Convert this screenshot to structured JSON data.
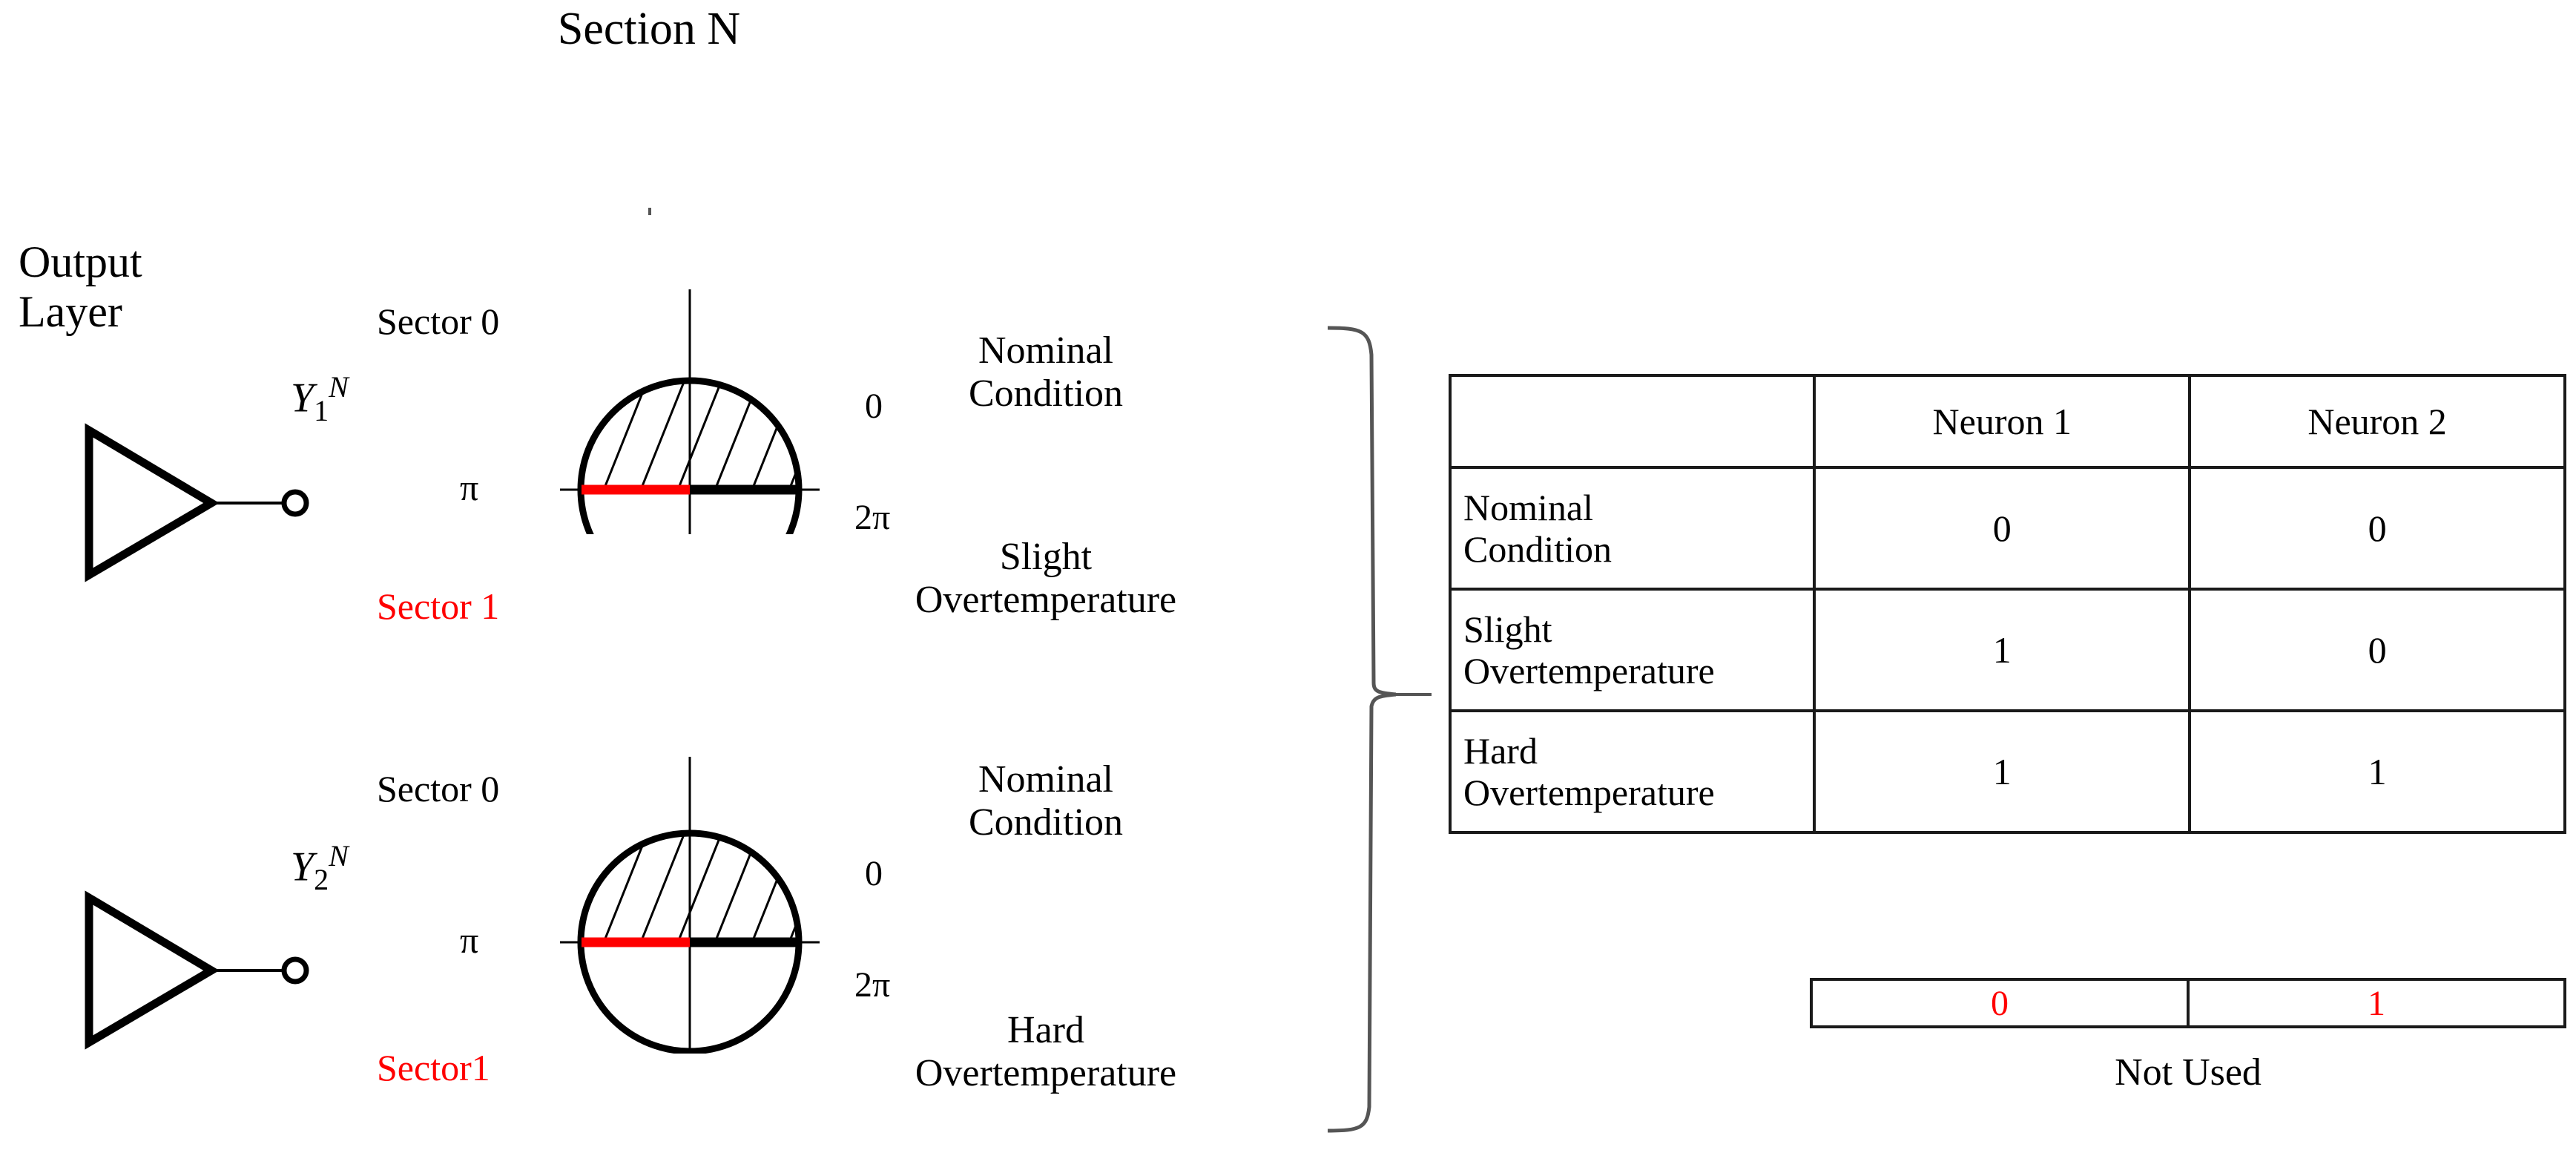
{
  "figure": {
    "section_label": "Section N",
    "output_layer_label": "Output\nLayer"
  },
  "output_layer": {
    "line1": "Output",
    "line2": "Layer"
  },
  "neurons": [
    {
      "symbol_base": "Y",
      "symbol_sub": "1",
      "symbol_sup": "N",
      "sector_top_label": "Sector 0",
      "sector_bottom_label": "Sector 1",
      "angle_left": "π",
      "angle_right_top": "0",
      "angle_right_bottom": "2π",
      "condition_top": [
        "Nominal",
        "Condition"
      ],
      "condition_bottom": [
        "Slight",
        "Overtemperature"
      ],
      "red_arc_color": "#ff0000",
      "black_arc_color": "#000000"
    },
    {
      "symbol_base": "Y",
      "symbol_sub": "2",
      "symbol_sup": "N",
      "sector_top_label": "Sector 0",
      "sector_bottom_label": "Sector1",
      "angle_left": "π",
      "angle_right_top": "0",
      "angle_right_bottom": "2π",
      "condition_top": [
        "Nominal",
        "Condition"
      ],
      "condition_bottom": [
        "Hard",
        "Overtemperature"
      ],
      "red_arc_color": "#ff0000",
      "black_arc_color": "#000000"
    }
  ],
  "truth_table": {
    "corner_label": "",
    "columns": [
      "Neuron 1",
      "Neuron 2"
    ],
    "rows": [
      {
        "label_line1": "Nominal",
        "label_line2": "Condition",
        "neuron1": "0",
        "neuron2": "0"
      },
      {
        "label_line1": "Slight",
        "label_line2": "Overtemperature",
        "neuron1": "1",
        "neuron2": "0"
      },
      {
        "label_line1": "Hard",
        "label_line2": "Overtemperature",
        "neuron1": "1",
        "neuron2": "1"
      }
    ]
  },
  "not_used_table": {
    "cells": [
      "0",
      "1"
    ],
    "caption": "Not Used",
    "text_color": "#ff0000"
  },
  "colors": {
    "red": "#ff0000",
    "black": "#000000",
    "brace_gray": "#555555",
    "table_border": "#1a1a1a"
  }
}
